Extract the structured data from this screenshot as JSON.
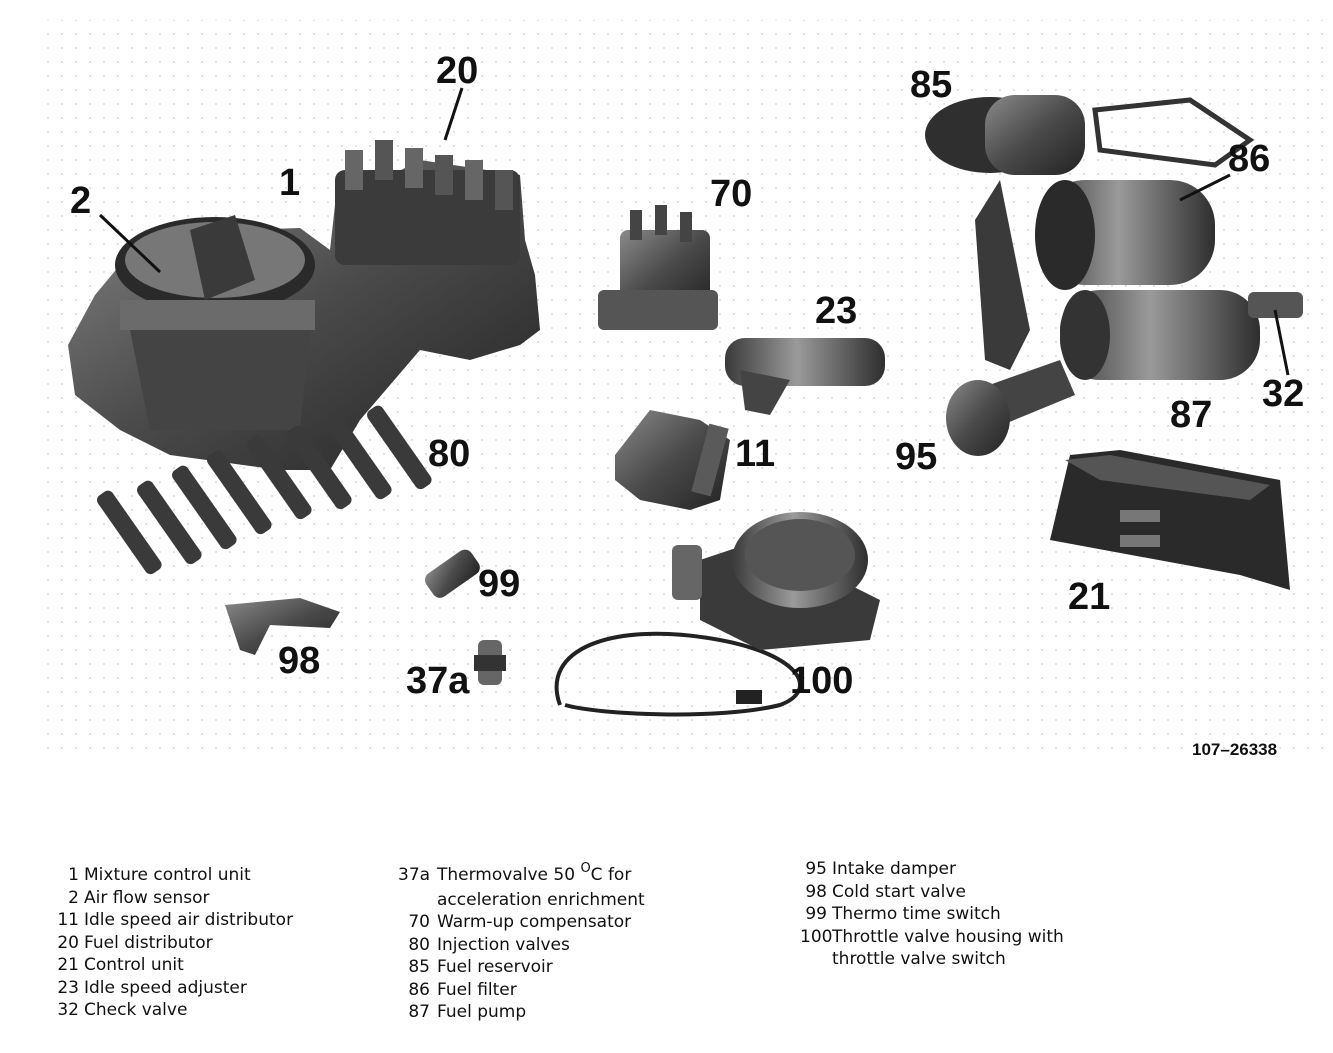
{
  "callouts": {
    "c20": "20",
    "c1": "1",
    "c2": "2",
    "c70": "70",
    "c85": "85",
    "c86": "86",
    "c23": "23",
    "c32": "32",
    "c87": "87",
    "c11": "11",
    "c80": "80",
    "c95": "95",
    "c99": "99",
    "c21": "21",
    "c98": "98",
    "c37a": "37a",
    "c100": "100"
  },
  "figure_number": "107–26338",
  "legend": {
    "col1": [
      {
        "num": "1",
        "label": "Mixture control unit"
      },
      {
        "num": "2",
        "label": "Air flow sensor"
      },
      {
        "num": "11",
        "label": "Idle speed air distributor"
      },
      {
        "num": "20",
        "label": "Fuel distributor"
      },
      {
        "num": "21",
        "label": "Control unit"
      },
      {
        "num": "23",
        "label": "Idle speed adjuster"
      },
      {
        "num": "32",
        "label": "Check valve"
      }
    ],
    "col2_first": {
      "num": "37a",
      "label_pre": "Thermovalve 50 ",
      "degree": "O",
      "label_post": "C for",
      "cont": "acceleration enrichment"
    },
    "col2": [
      {
        "num": "70",
        "label": "Warm-up compensator"
      },
      {
        "num": "80",
        "label": "Injection valves"
      },
      {
        "num": "85",
        "label": "Fuel reservoir"
      },
      {
        "num": "86",
        "label": "Fuel filter"
      },
      {
        "num": "87",
        "label": "Fuel pump"
      }
    ],
    "col3": [
      {
        "num": "95",
        "label": "Intake damper"
      },
      {
        "num": "98",
        "label": "Cold start valve"
      },
      {
        "num": "99",
        "label": "Thermo time switch"
      },
      {
        "num": "100",
        "label": "Throttle valve housing with",
        "cont": "throttle valve switch"
      }
    ]
  }
}
